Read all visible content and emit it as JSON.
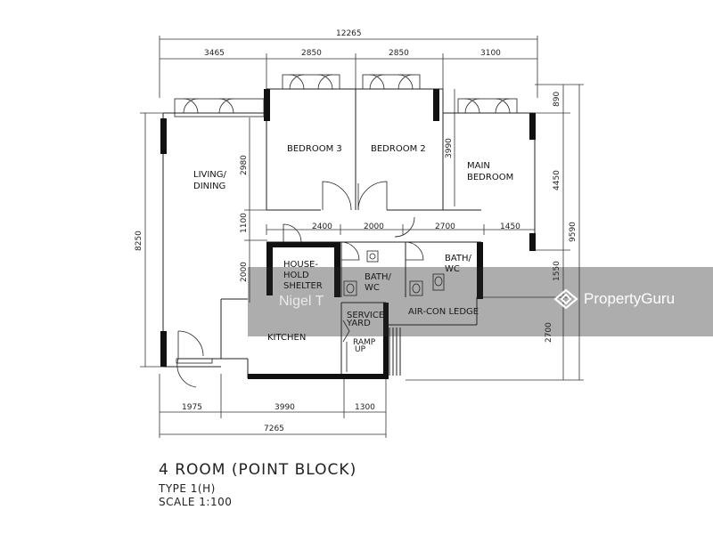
{
  "plan": {
    "rooms": {
      "bedroom3": "BEDROOM 3",
      "bedroom2": "BEDROOM 2",
      "main_bedroom_1": "MAIN",
      "main_bedroom_2": "BEDROOM",
      "living_1": "LIVING/",
      "living_2": "DINING",
      "shelter_1": "HOUSE-",
      "shelter_2": "HOLD",
      "shelter_3": "SHELTER",
      "bath1_1": "BATH/",
      "bath1_2": "WC",
      "bath2_1": "BATH/",
      "bath2_2": "WC",
      "service_1": "SERVICE",
      "service_2": "YARD",
      "aircon": "AIR-CON LEDGE",
      "kitchen": "KITCHEN",
      "ramp_1": "RAMP",
      "ramp_2": "UP"
    },
    "dims": {
      "overall_top": "12265",
      "top_1": "3465",
      "top_2": "2850",
      "top_3": "2850",
      "top_4": "3100",
      "right_1": "890",
      "right_2": "4450",
      "right_3": "1550",
      "right_4": "2700",
      "right_overall": "9590",
      "left_overall": "8250",
      "inner_2980": "2980",
      "inner_1100": "1100",
      "inner_2000v": "2000",
      "inner_3990v": "3990",
      "mid_2400": "2400",
      "mid_2000": "2000",
      "mid_2700": "2700",
      "mid_1450": "1450",
      "bottom_1": "1975",
      "bottom_2": "3990",
      "bottom_3": "1300",
      "bottom_overall": "7265"
    }
  },
  "title": {
    "line1": "4 ROOM (POINT BLOCK)",
    "line2": "TYPE 1(H)",
    "line3": "SCALE 1:100"
  },
  "watermark": {
    "name": "Nigel T",
    "brand": "PropertyGuru"
  }
}
